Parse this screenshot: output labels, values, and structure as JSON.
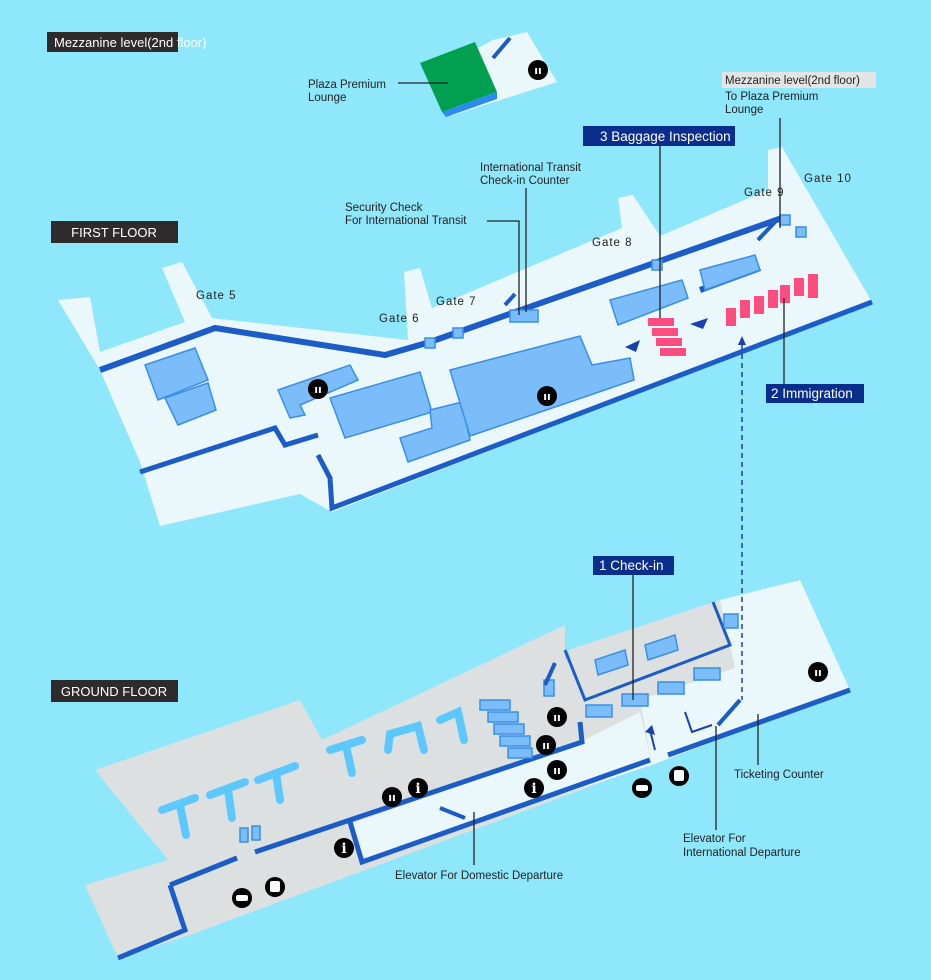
{
  "colors": {
    "background": "#8fe7fc",
    "floor": "#eaf7fb",
    "ground": "#dde0e0",
    "wall": "#1b5cc6",
    "block": "#7bbdfb",
    "immigration": "#ff4d80",
    "lounge": "#00a050",
    "label_dark": "#2f2b2d",
    "label_navy": "#0a2e8c"
  },
  "floor_labels": {
    "mezzanine": "Mezzanine level(2nd floor)",
    "first": "FIRST FLOOR",
    "ground": "GROUND FLOOR"
  },
  "steps": {
    "checkin": "1 Check-in",
    "immigration": "2 Immigration",
    "baggage": "3 Baggage Inspection"
  },
  "gates": [
    "Gate 5",
    "Gate 6",
    "Gate 7",
    "Gate 8",
    "Gate 9",
    "Gate 10"
  ],
  "annotations": {
    "lounge": [
      "Plaza Premium",
      "Lounge"
    ],
    "mezz_note_title": "Mezzanine level(2nd floor)",
    "mezz_note": [
      "To Plaza Premium",
      "Lounge"
    ],
    "transit_checkin": [
      "International Transit",
      "Check-in Counter"
    ],
    "security": [
      "Security Check",
      "For International Transit"
    ],
    "ticketing": "Ticketing Counter",
    "elevator_intl": [
      "Elevator For",
      "International Departure"
    ],
    "elevator_dom": "Elevator For Domestic Departure"
  },
  "icons": [
    "restroom-icon",
    "information-icon",
    "taxi-icon",
    "bus-icon",
    "escalator-icon"
  ]
}
